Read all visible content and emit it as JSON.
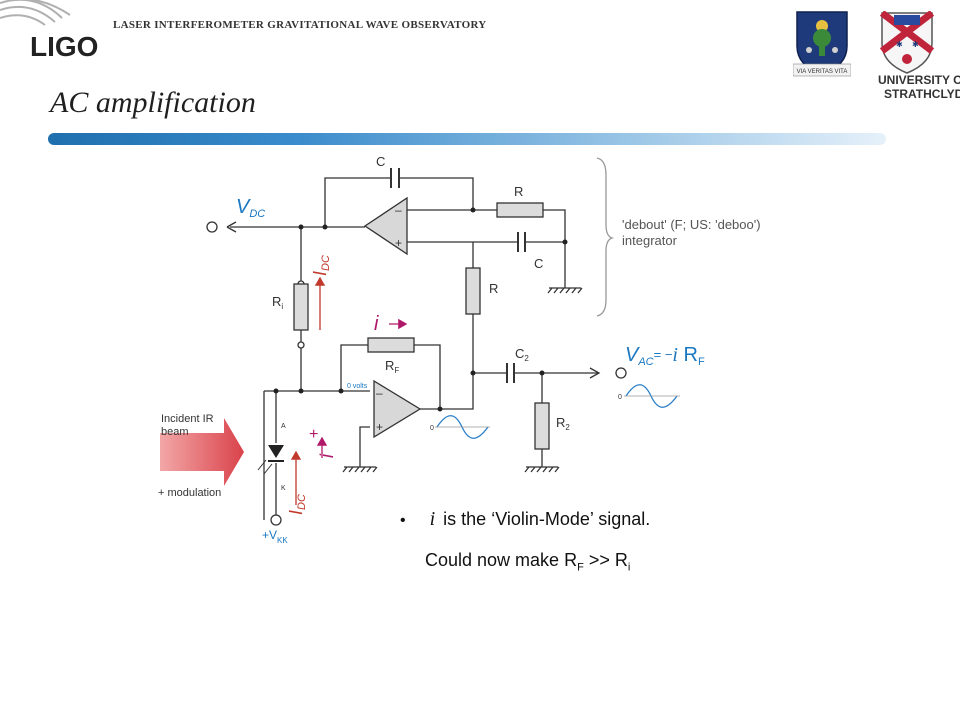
{
  "header": {
    "org_name": "LASER INTERFEROMETER GRAVITATIONAL  WAVE OBSERVATORY",
    "logo_text": "LIGO",
    "title": "AC amplification"
  },
  "logos": {
    "glasgow_motto": "VIA VERITAS VITA",
    "strathclyde_line1": "UNIVERSITY OF",
    "strathclyde_line2": "STRATHCLYDE"
  },
  "circuit": {
    "vdc_label": "V",
    "vdc_sub": "DC",
    "c_top_label": "C",
    "r_top_label": "R",
    "c_mid_label": "C",
    "r_vert_label": "R",
    "ri_label": "R",
    "ri_sub": "i",
    "idc_label": "I",
    "idc_sub": "DC",
    "i_label": "i",
    "rf_label": "R",
    "rf_sub": "F",
    "zero_volts": "0 volts",
    "c2_label": "C",
    "c2_sub": "2",
    "r2_label": "R",
    "r2_sub": "2",
    "vac_label": "V",
    "vac_sub": "AC",
    "vac_eq": "= −",
    "vac_i": "i",
    "vac_rf": " R",
    "vac_rf_sub": "F",
    "zero_out1": "0",
    "zero_out2": "0",
    "integrator_note1": "'debout' (F; US: 'deboo')",
    "integrator_note2": "integrator",
    "incident1": "Incident IR",
    "incident2": "beam",
    "modulation": "+ modulation",
    "anode": "A",
    "cathode": "K",
    "plus_sign": "+",
    "i_small": "i",
    "idc2_label": "I",
    "idc2_sub": "DC",
    "vkk": "+V",
    "vkk_sub": "KK"
  },
  "bullets": {
    "line1_i": "i",
    "line1_text": "is the ‘Violin-Mode’ signal.",
    "line2_text": "Could now make R",
    "line2_sub1": "F",
    "line2_mid": " >> R",
    "line2_sub2": "i"
  },
  "colors": {
    "blue_label": "#1a78c2",
    "red_label": "#c0392b",
    "magenta": "#b0186a",
    "title_bar": "#1f6fae"
  }
}
